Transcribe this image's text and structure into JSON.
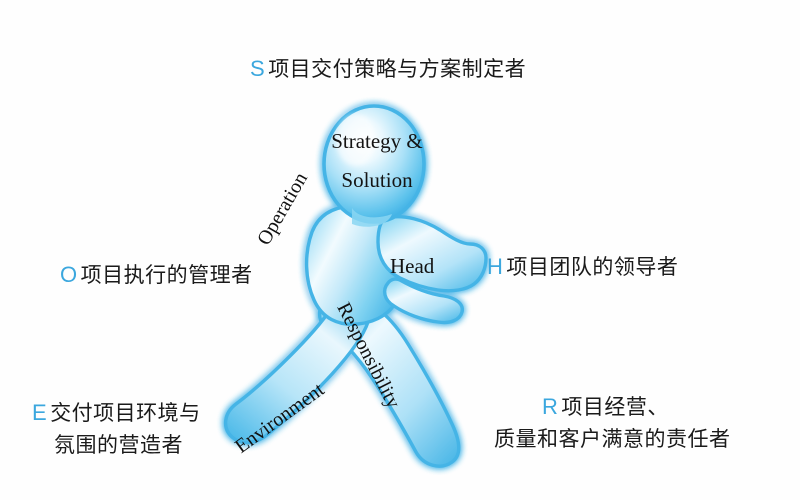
{
  "background_color": "#fefefe",
  "accent_color": "#3ba7de",
  "figure_colors": {
    "fill_light": "#eaf7fd",
    "fill_mid": "#9fdcf5",
    "fill_deep": "#4cb8e8",
    "outline": "#3fb0e4",
    "glow": "#5fc4ec"
  },
  "figure": {
    "name": "running-person-silhouette",
    "body_part_labels": [
      {
        "id": "head",
        "text": "Strategy & Solution",
        "line1": "Strategy &",
        "line2": "Solution"
      },
      {
        "id": "hand",
        "text": "Head"
      },
      {
        "id": "left-arm-torso",
        "text": "Operation"
      },
      {
        "id": "back-leg",
        "text": "Responsibility"
      },
      {
        "id": "front-leg",
        "text": "Environment"
      }
    ]
  },
  "callouts": [
    {
      "id": "s",
      "key": "S",
      "lines": [
        "项目交付策略与方案制定者"
      ]
    },
    {
      "id": "o",
      "key": "O",
      "lines": [
        "项目执行的管理者"
      ]
    },
    {
      "id": "h",
      "key": "H",
      "lines": [
        "项目团队的领导者"
      ]
    },
    {
      "id": "e",
      "key": "E",
      "lines": [
        "交付项目环境与",
        "氛围的营造者"
      ]
    },
    {
      "id": "r",
      "key": "R",
      "lines": [
        "项目经营、",
        "质量和客户满意的责任者"
      ]
    }
  ],
  "head_label": {
    "line1": "Strategy &",
    "line2": "Solution"
  },
  "hand_label": "Head",
  "operation_label": "Operation",
  "responsibility_label": "Responsibility",
  "environment_label": "Environment",
  "callout_s": {
    "key": "S",
    "line1": "项目交付策略与方案制定者"
  },
  "callout_o": {
    "key": "O",
    "line1": "项目执行的管理者"
  },
  "callout_h": {
    "key": "H",
    "line1": "项目团队的领导者"
  },
  "callout_e": {
    "key": "E",
    "line1": "交付项目环境与",
    "line2": "氛围的营造者"
  },
  "callout_r": {
    "key": "R",
    "line1": "项目经营、",
    "line2": "质量和客户满意的责任者"
  }
}
